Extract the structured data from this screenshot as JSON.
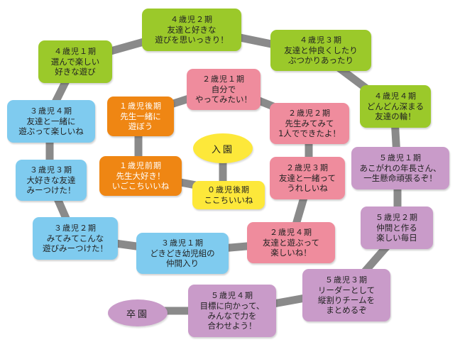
{
  "colors": {
    "green": "#9bc92a",
    "pink": "#ef8c9d",
    "orange": "#ef8613",
    "yellow": "#fde83a",
    "blue": "#7fcbef",
    "purple": "#c99bc9",
    "connector": "#8a8a8a"
  },
  "start": {
    "label": "入園"
  },
  "finish": {
    "label": "卒園"
  },
  "stages": {
    "age0_late": {
      "title": "０歳児後期",
      "body": "ここちいいね"
    },
    "age1_early": {
      "title": "１歳児前期",
      "body": "先生大好き！\nいごこちいいね"
    },
    "age1_late": {
      "title": "１歳児後期",
      "body": "先生一緒に\n遊ぼう"
    },
    "age2_p1": {
      "title": "２歳児１期",
      "body": "自分で\nやってみたい！"
    },
    "age2_p2": {
      "title": "２歳児２期",
      "body": "先生みてみて\n1人でできたよ！"
    },
    "age2_p3": {
      "title": "２歳児３期",
      "body": "友達と一緒って\nうれしいね"
    },
    "age2_p4": {
      "title": "２歳児４期",
      "body": "友達と遊ぶって\n楽しいね！"
    },
    "age3_p1": {
      "title": "３歳児１期",
      "body": "どきどき幼児組の\n仲間入り"
    },
    "age3_p2": {
      "title": "３歳児２期",
      "body": "みてみてこんな\n遊びみーつけた！"
    },
    "age3_p3": {
      "title": "３歳児３期",
      "body": "大好きな友達\nみーつけた！"
    },
    "age3_p4": {
      "title": "３歳児４期",
      "body": "友達と一緒に\n遊ぶって楽しいね"
    },
    "age4_p1": {
      "title": "４歳児１期",
      "body": "選んで楽しい\n好きな遊び"
    },
    "age4_p2": {
      "title": "４歳児２期",
      "body": "友達と好きな\n遊びを思いっきり！"
    },
    "age4_p3": {
      "title": "４歳児３期",
      "body": "友達と仲良くしたり\nぶつかりあったり"
    },
    "age4_p4": {
      "title": "４歳児４期",
      "body": "どんどん深まる\n友達の輪！"
    },
    "age5_p1": {
      "title": "５歳児１期",
      "body": "あこがれの年長さん、\n一生懸命頑張るぞ！"
    },
    "age5_p2": {
      "title": "５歳児２期",
      "body": "仲間と作る\n楽しい毎日"
    },
    "age5_p3": {
      "title": "５歳児３期",
      "body": "リーダーとして\n縦割りチームを\nまとめるぞ"
    },
    "age5_p4": {
      "title": "５歳児４期",
      "body": "目標に向かって、\nみんなで力を\n合わせよう！"
    }
  }
}
